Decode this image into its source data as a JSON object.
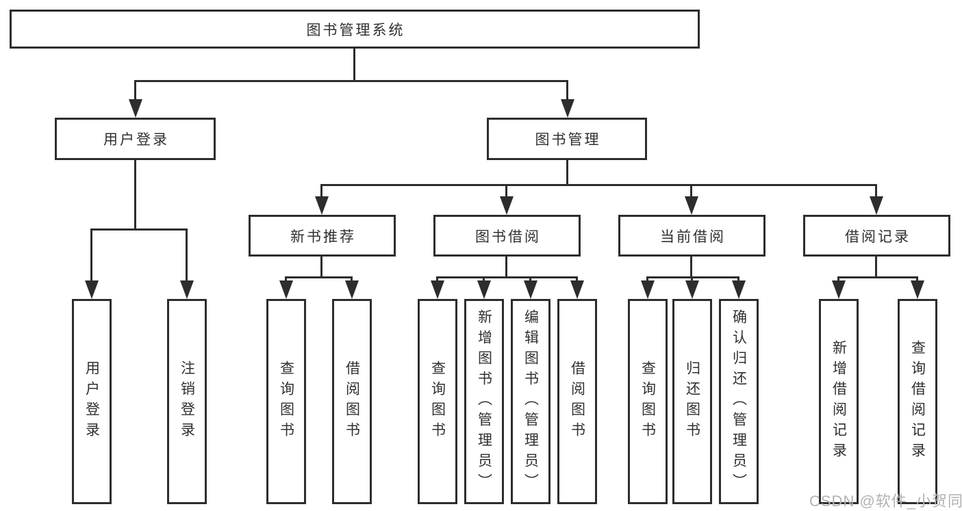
{
  "tree": {
    "label": "图书管理系统",
    "children": [
      {
        "label": "用户登录",
        "children": [
          {
            "label": "用户登录"
          },
          {
            "label": "注销登录"
          }
        ]
      },
      {
        "label": "图书管理",
        "children": [
          {
            "label": "新书推荐",
            "children": [
              {
                "label": "查询图书"
              },
              {
                "label": "借阅图书"
              }
            ]
          },
          {
            "label": "图书借阅",
            "children": [
              {
                "label": "查询图书"
              },
              {
                "label": "新增图书（管理员）"
              },
              {
                "label": "编辑图书（管理员）"
              },
              {
                "label": "借阅图书"
              }
            ]
          },
          {
            "label": "当前借阅",
            "children": [
              {
                "label": "查询图书"
              },
              {
                "label": "归还图书"
              },
              {
                "label": "确认归还（管理员）"
              }
            ]
          },
          {
            "label": "借阅记录",
            "children": [
              {
                "label": "新增借阅记录"
              },
              {
                "label": "查询借阅记录"
              }
            ]
          }
        ]
      }
    ]
  },
  "watermark": "CSDN @软件_小贺同学",
  "colors": {
    "line": "#2d2d2d",
    "text": "#303030",
    "box_fill": "#ffffff",
    "background": "#ffffff",
    "watermark": "#b2b2b2"
  }
}
